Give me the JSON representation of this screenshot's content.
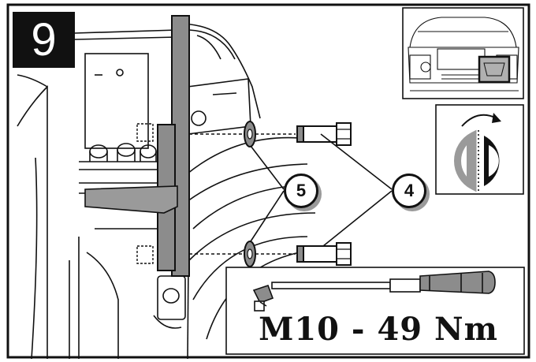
{
  "step": {
    "number": "9"
  },
  "callouts": [
    {
      "id": "5",
      "label": "5"
    },
    {
      "id": "4",
      "label": "4"
    }
  ],
  "torque": {
    "text": "M10 - 49 Nm"
  },
  "icons": {
    "location": "car-rear-location-thumbnail",
    "side": "left-right-side-icon",
    "tool": "torque-wrench-icon"
  },
  "colors": {
    "line": "#111111",
    "shade": "#8c8c8c",
    "panel": "#9a9a9a"
  }
}
